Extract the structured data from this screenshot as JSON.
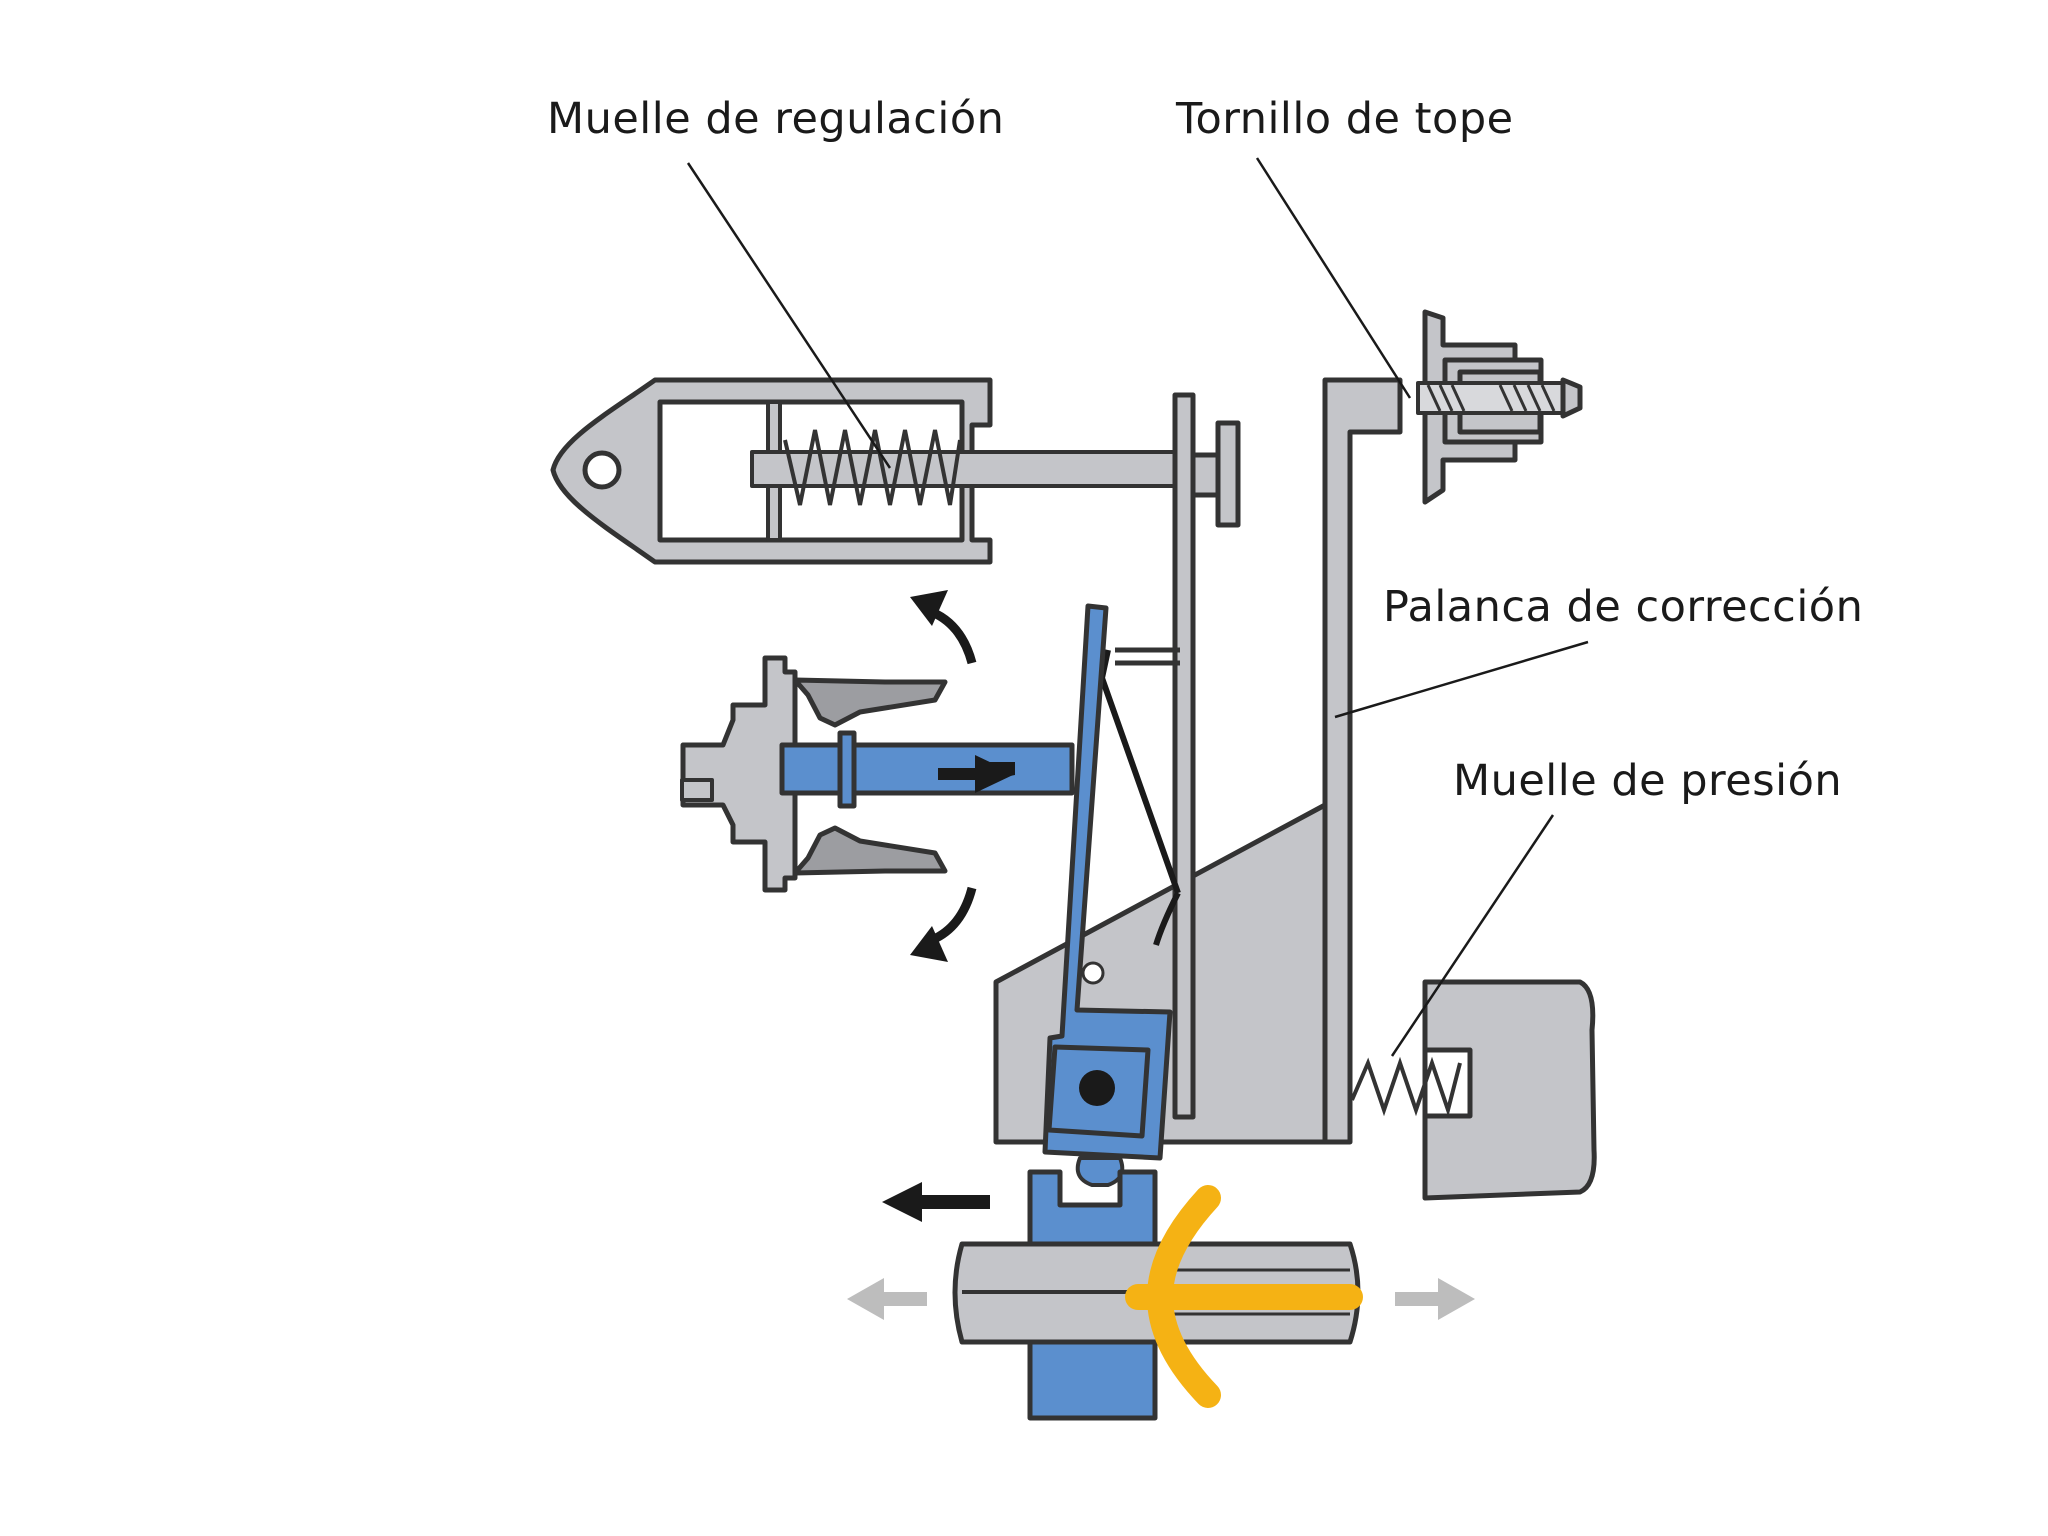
{
  "labels": {
    "regulation_spring": "Muelle de regulación",
    "stop_screw": "Tornillo de tope",
    "correction_lever": "Palanca de corrección",
    "pressure_spring": "Muelle de presión"
  },
  "colors": {
    "gray_part": "#c4c5c9",
    "outline": "#333333",
    "blue_part": "#5b8fce",
    "yellow_part": "#f5b214",
    "arrow_dark": "#1a1a1a",
    "arrow_light": "#bdbdbd"
  }
}
